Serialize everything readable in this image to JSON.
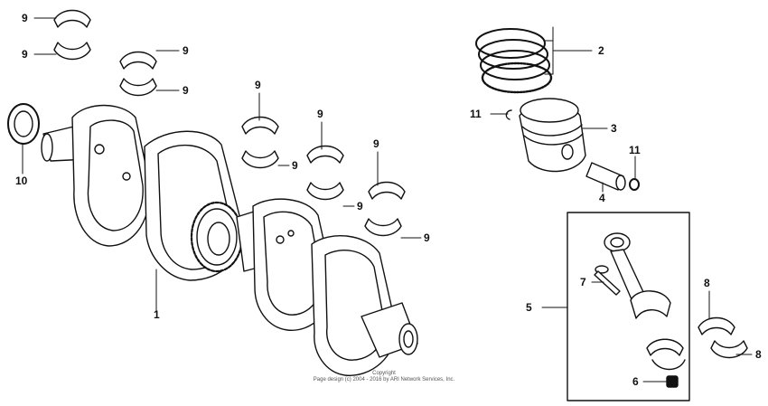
{
  "colors": {
    "ink": "#111111",
    "background": "#ffffff",
    "copyright": "#555555"
  },
  "callouts": {
    "part_1": "1",
    "part_2": "2",
    "part_3": "3",
    "part_4": "4",
    "part_5": "5",
    "part_6": "6",
    "part_7": "7",
    "part_8a": "8",
    "part_8b": "8",
    "part_9a": "9",
    "part_9b": "9",
    "part_9c": "9",
    "part_9d": "9",
    "part_9e": "9",
    "part_9f": "9",
    "part_9g": "9",
    "part_9h": "9",
    "part_9i": "9",
    "part_9j": "9",
    "part_10": "10",
    "part_11a": "11",
    "part_11b": "11"
  },
  "copyright": {
    "line1": "Copyright",
    "line2": "Page design (c) 2004 - 2016 by ARI Network Services, Inc."
  }
}
